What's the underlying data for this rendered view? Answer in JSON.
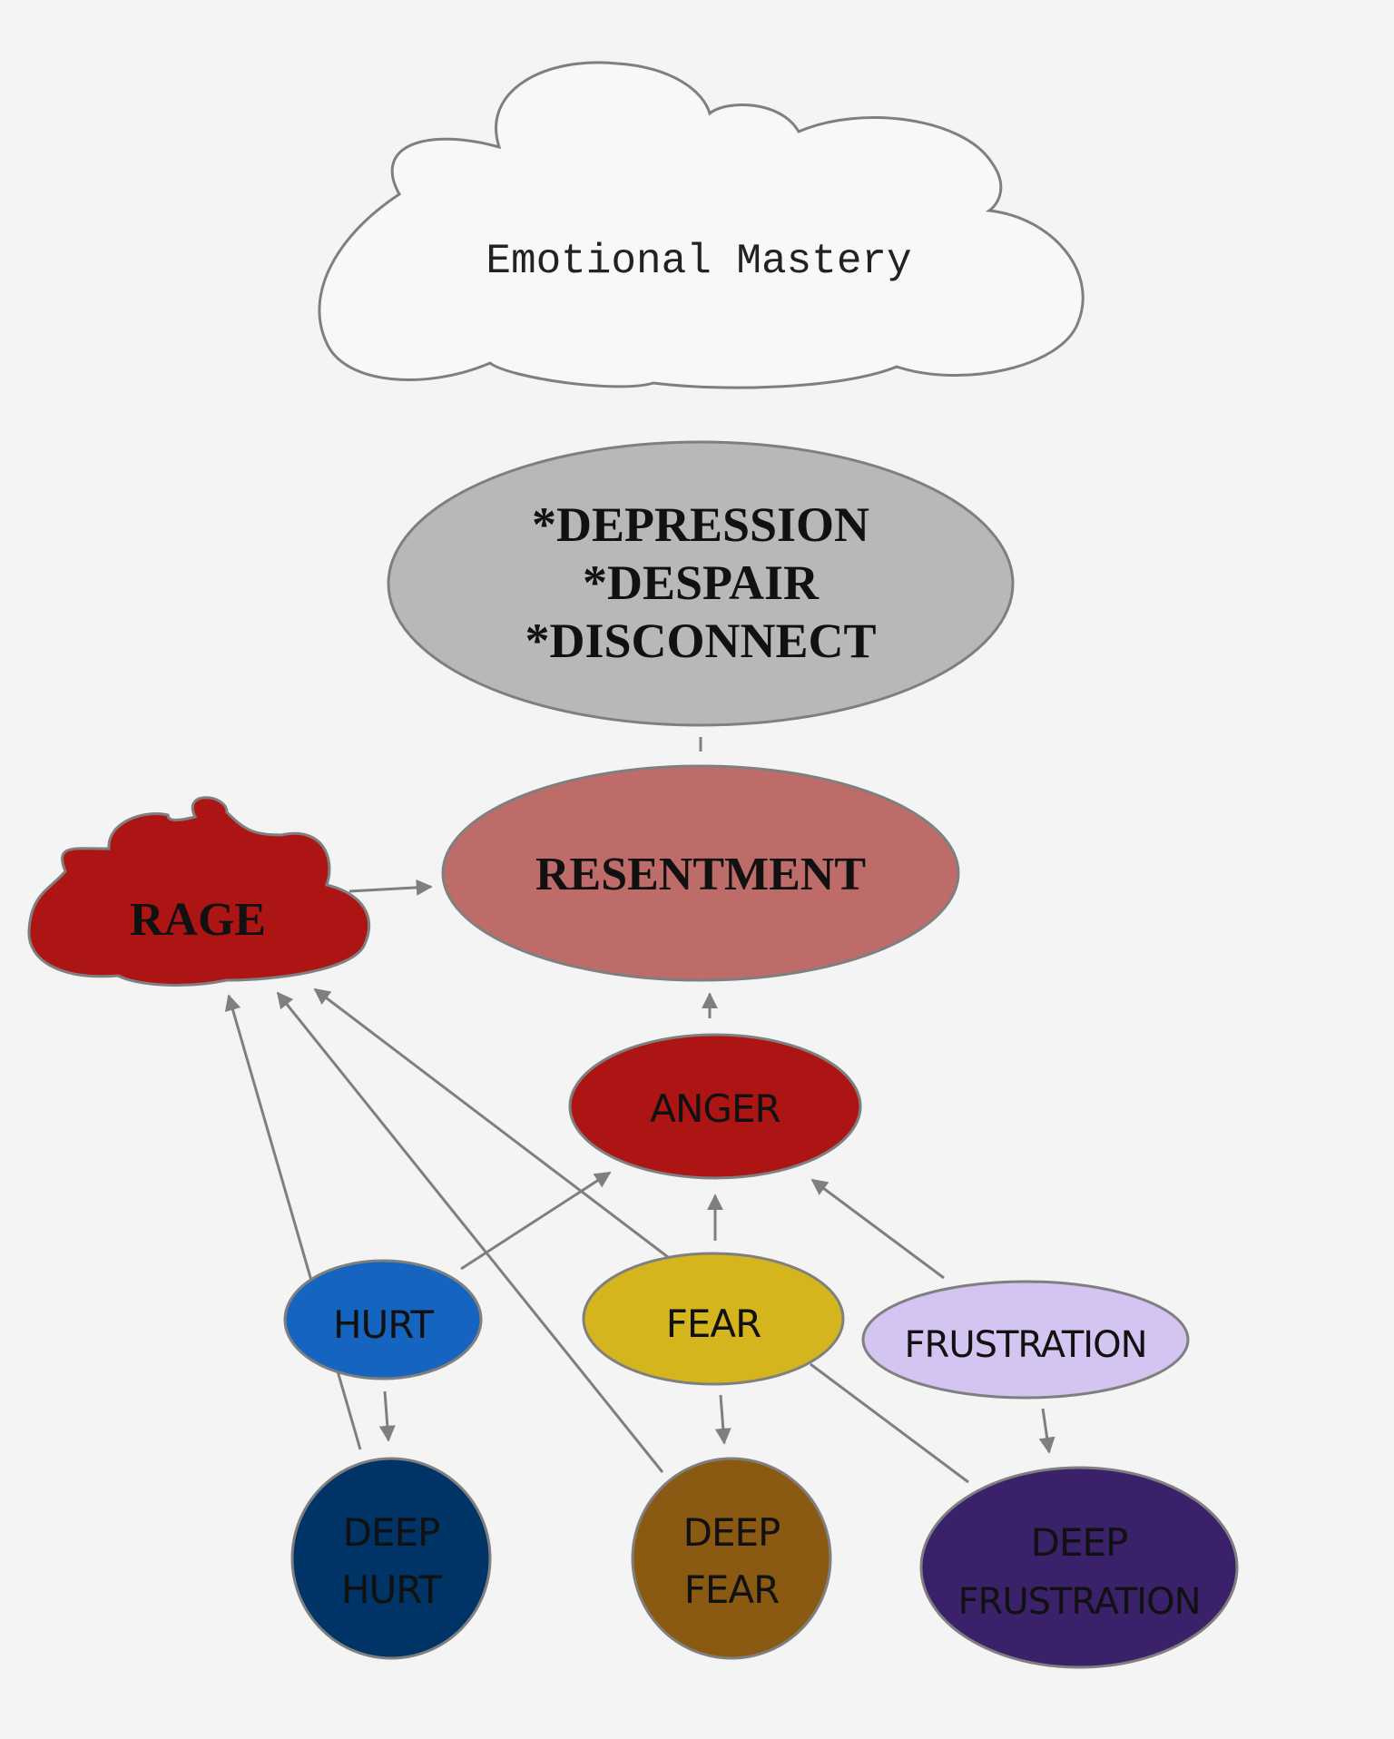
{
  "colors": {
    "background": "#f4f4f4",
    "edge": "#7f7f7f",
    "mastery": "#f8f8f8",
    "depression": "#b8b8b8",
    "resentment": "#bd6c6a",
    "rage": "#ad1515",
    "anger": "#ad1515",
    "hurt": "#1565c0",
    "fear": "#d4b51e",
    "frustration": "#d3c4f1",
    "deep_hurt": "#003366",
    "deep_fear": "#8b5a12",
    "deep_frustration": "#3a216a"
  },
  "nodes": {
    "mastery": {
      "label": "Emotional Mastery"
    },
    "depression": {
      "lines": [
        "*DEPRESSION",
        "*DESPAIR",
        "*DISCONNECT"
      ]
    },
    "resentment": {
      "label": "RESENTMENT"
    },
    "rage": {
      "label": "RAGE"
    },
    "anger": {
      "label": "ANGER"
    },
    "hurt": {
      "label": "HURT"
    },
    "fear": {
      "label": "FEAR"
    },
    "frustration": {
      "label": "FRUSTRATION"
    },
    "deep_hurt": {
      "lines": [
        "DEEP",
        "HURT"
      ]
    },
    "deep_fear": {
      "lines": [
        "DEEP",
        "FEAR"
      ]
    },
    "deep_frustration": {
      "lines": [
        "DEEP",
        "FRUSTRATION"
      ]
    }
  },
  "edges": [
    {
      "from": "depression",
      "to": "resentment",
      "arrow": false
    },
    {
      "from": "rage",
      "to": "resentment",
      "arrow": true
    },
    {
      "from": "anger",
      "to": "resentment",
      "arrow": true
    },
    {
      "from": "hurt",
      "to": "anger",
      "arrow": true
    },
    {
      "from": "fear",
      "to": "anger",
      "arrow": true
    },
    {
      "from": "frustration",
      "to": "anger",
      "arrow": true
    },
    {
      "from": "deep_hurt",
      "to": "rage",
      "arrow": true
    },
    {
      "from": "deep_fear",
      "to": "rage",
      "arrow": true
    },
    {
      "from": "fear",
      "to": "rage",
      "arrow": true
    },
    {
      "from": "hurt",
      "to": "deep_hurt",
      "arrow": true
    },
    {
      "from": "fear",
      "to": "deep_fear",
      "arrow": true
    },
    {
      "from": "frustration",
      "to": "deep_frustration",
      "arrow": true
    },
    {
      "from": "deep_frustration",
      "to": "fear",
      "arrow": false
    }
  ]
}
